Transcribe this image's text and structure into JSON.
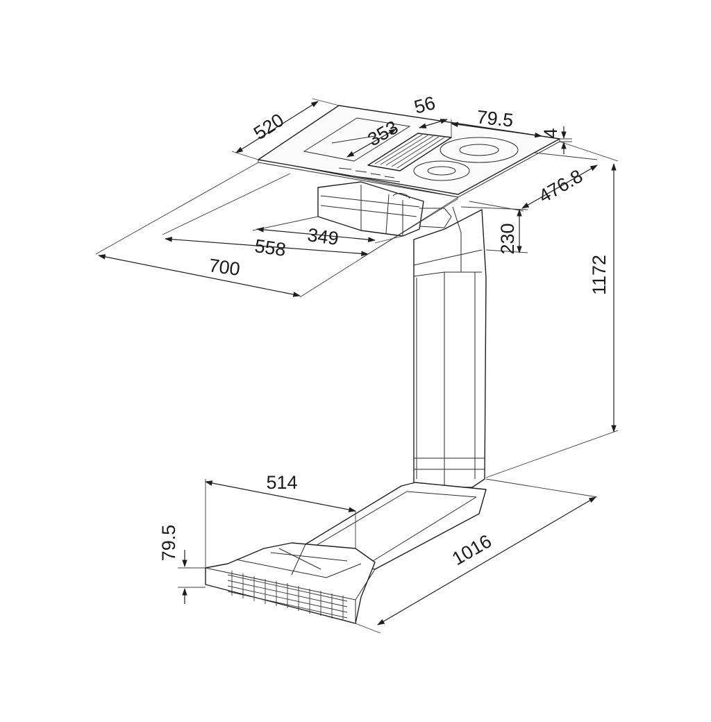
{
  "figure": {
    "dimensions": {
      "hob_depth": "520",
      "vent_width": "56",
      "right_offset": "79.5",
      "glass_thickness": "4",
      "vent_length": "353",
      "cutout_depth": "476.8",
      "motor_height": "230",
      "total_height": "1172",
      "motor_width": "349",
      "cutout_width": "558",
      "hob_width": "700",
      "plinth_depth": "514",
      "plinth_height": "79.5",
      "total_length": "1016"
    },
    "colors": {
      "line": "#1e1e1e",
      "background": "#ffffff",
      "glass": "#fbfbfb"
    }
  }
}
